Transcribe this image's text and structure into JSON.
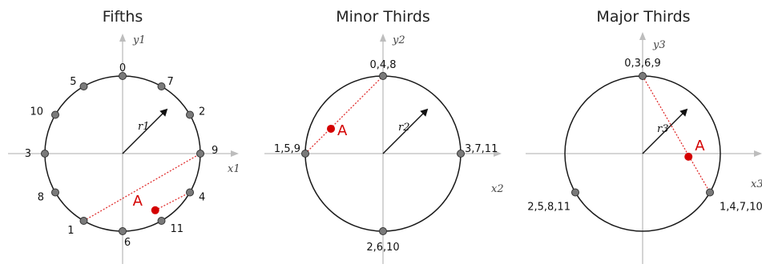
{
  "colors": {
    "axis": "#bdbdbd",
    "circle": "#1a1a1a",
    "node_fill": "#7a7a7a",
    "node_stroke": "#333333",
    "point_a": "#d40000",
    "dotted": "#e03030"
  },
  "panels": [
    {
      "title": "Fifths",
      "x_axis_label": "x1",
      "y_axis_label": "y1",
      "radius_label": "r1",
      "point_label": "A",
      "nodes": [
        {
          "label": "0",
          "angle_deg": 90
        },
        {
          "label": "7",
          "angle_deg": 60
        },
        {
          "label": "2",
          "angle_deg": 30
        },
        {
          "label": "9",
          "angle_deg": 0
        },
        {
          "label": "4",
          "angle_deg": -30
        },
        {
          "label": "11",
          "angle_deg": -60
        },
        {
          "label": "6",
          "angle_deg": -90
        },
        {
          "label": "1",
          "angle_deg": -120
        },
        {
          "label": "8",
          "angle_deg": -150
        },
        {
          "label": "3",
          "angle_deg": 180
        },
        {
          "label": "10",
          "angle_deg": 150
        },
        {
          "label": "5",
          "angle_deg": 120
        }
      ],
      "point_a": {
        "x": 0.42,
        "y": -0.73
      },
      "chord_nodes": [
        "1",
        "9"
      ],
      "extra_line_nodes": [
        "4"
      ]
    },
    {
      "title": "Minor Thirds",
      "x_axis_label": "x2",
      "y_axis_label": "y2",
      "radius_label": "r2",
      "point_label": "A",
      "nodes": [
        {
          "label": "0,4,8",
          "angle_deg": 90
        },
        {
          "label": "3,7,11",
          "angle_deg": 0
        },
        {
          "label": "2,6,10",
          "angle_deg": -90
        },
        {
          "label": "1,5,9",
          "angle_deg": 180
        }
      ],
      "point_a": {
        "x": -0.67,
        "y": 0.32
      },
      "chord_nodes": [
        "1,5,9",
        "0,4,8"
      ],
      "extra_line_nodes": []
    },
    {
      "title": "Major Thirds",
      "x_axis_label": "x3",
      "y_axis_label": "y3",
      "radius_label": "r3",
      "point_label": "A",
      "nodes": [
        {
          "label": "0,3,6,9",
          "angle_deg": 90
        },
        {
          "label": "1,4,7,10",
          "angle_deg": -30
        },
        {
          "label": "2,5,8,11",
          "angle_deg": -150
        }
      ],
      "point_a": {
        "x": 0.59,
        "y": -0.04
      },
      "chord_nodes": [
        "0,3,6,9",
        "1,4,7,10"
      ],
      "extra_line_nodes": []
    }
  ]
}
